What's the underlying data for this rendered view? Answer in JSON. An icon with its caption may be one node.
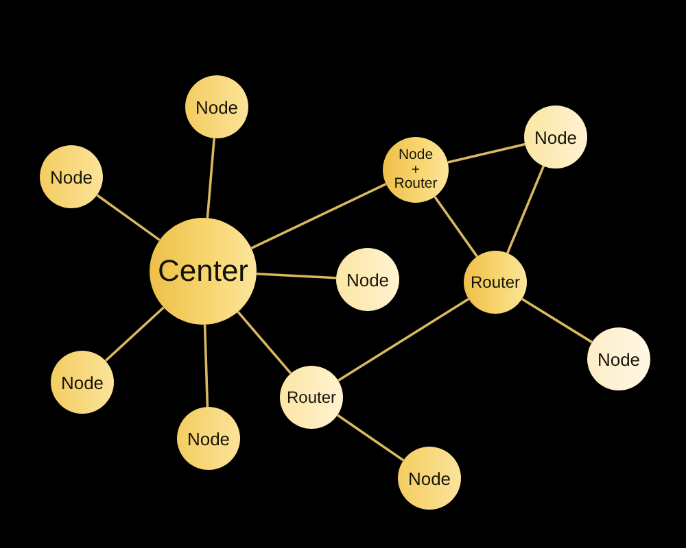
{
  "diagram": {
    "nodes": [
      {
        "text": [
          "Node"
        ]
      },
      {
        "text": [
          "Node"
        ]
      },
      {
        "text": [
          "Node + Router"
        ]
      },
      {
        "text": [
          "Node"
        ]
      },
      {
        "text": [
          "Center"
        ]
      },
      {
        "text": [
          "Node"
        ]
      },
      {
        "text": [
          "Router"
        ]
      },
      {
        "text": [
          "Node"
        ]
      },
      {
        "text": [
          "Node"
        ]
      },
      {
        "text": [
          "Router"
        ]
      },
      {
        "text": [
          "Node"
        ]
      },
      {
        "text": [
          "Node"
        ]
      }
    ],
    "edges": [
      {
        "from": 4,
        "to": 0,
        "arrow": "none"
      },
      {
        "from": 4,
        "to": 3,
        "arrow": "none"
      },
      {
        "from": 4,
        "to": 2,
        "arrow": "none"
      },
      {
        "from": 4,
        "to": 5,
        "arrow": "none"
      },
      {
        "from": 4,
        "to": 8,
        "arrow": "none"
      },
      {
        "from": 4,
        "to": 10,
        "arrow": "none"
      },
      {
        "from": 4,
        "to": 9,
        "arrow": "none"
      },
      {
        "from": 2,
        "to": 1,
        "arrow": "none"
      },
      {
        "from": 2,
        "to": 6,
        "arrow": "none"
      },
      {
        "from": 1,
        "to": 6,
        "arrow": "none"
      },
      {
        "from": 6,
        "to": 7,
        "arrow": "none"
      },
      {
        "from": 6,
        "to": 9,
        "arrow": "none"
      },
      {
        "from": 9,
        "to": 11,
        "arrow": "none"
      }
    ]
  }
}
